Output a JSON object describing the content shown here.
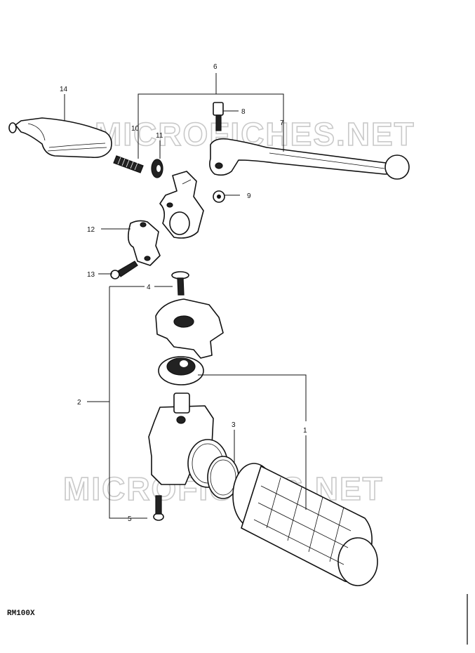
{
  "watermark": "MICROFICHES.NET",
  "model": "RM100X",
  "callouts": {
    "c1": "1",
    "c2": "2",
    "c3": "3",
    "c4": "4",
    "c5": "5",
    "c6": "6",
    "c7": "7",
    "c8": "8",
    "c9": "9",
    "c10": "10",
    "c11": "11",
    "c12": "12",
    "c13": "13",
    "c14": "14"
  }
}
